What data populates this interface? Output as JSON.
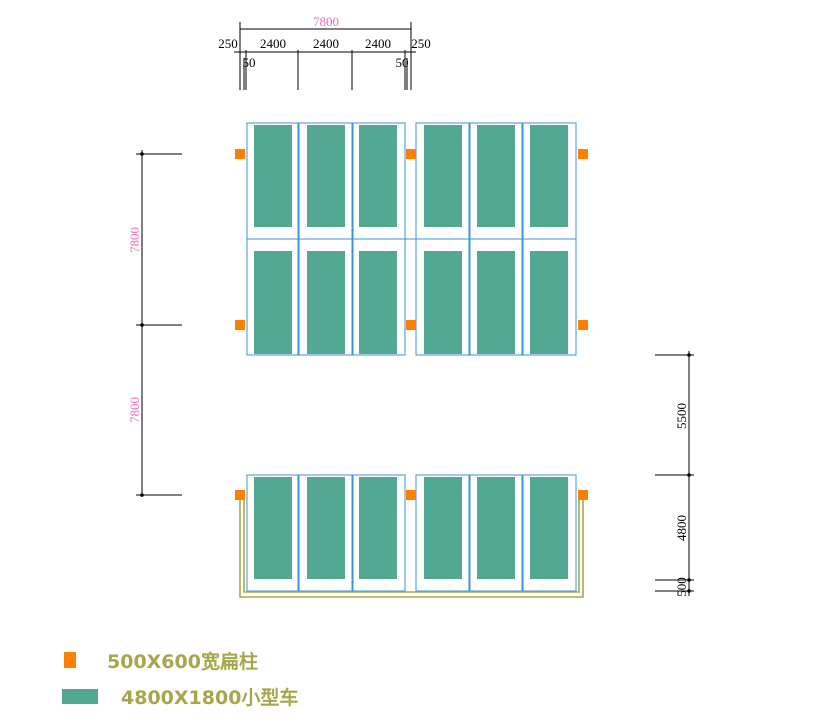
{
  "colors": {
    "column": "#ff8000",
    "car": "#52a893",
    "bay_outline": "#3a93d9",
    "dim_line": "#000000",
    "pink_dim": "#ee6fb6",
    "wall": "#a8a64a",
    "legend_text": "#a8a64a"
  },
  "dimensions": {
    "top_total": "7800",
    "top_segments": [
      "250",
      "2400",
      "2400",
      "2400",
      "250"
    ],
    "top_offsets": [
      "50",
      "50"
    ],
    "left_spans": [
      "7800",
      "7800"
    ],
    "right_spans": [
      "5500",
      "4800",
      "500"
    ]
  },
  "legend": {
    "items": [
      {
        "icon": "column-swatch",
        "label": "500X600宽扁柱"
      },
      {
        "icon": "car-swatch",
        "label": "4800X1800小型车"
      }
    ]
  }
}
